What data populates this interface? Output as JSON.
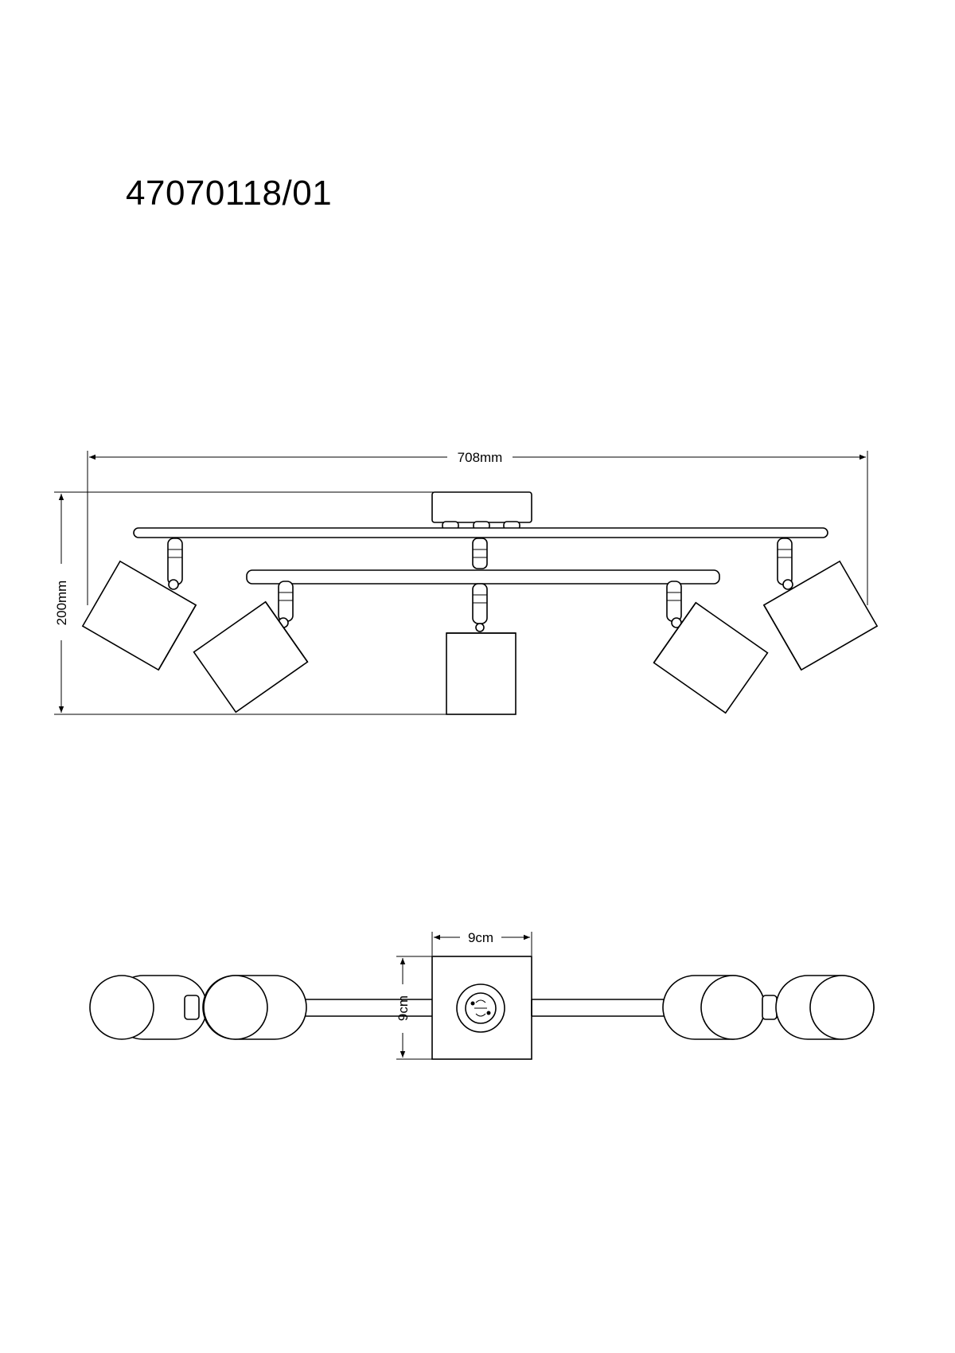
{
  "model_number": "47070118/01",
  "side_view": {
    "width_label": "708mm",
    "height_label": "200mm"
  },
  "top_view": {
    "base_width_label": "9cm",
    "base_height_label": "9cm"
  },
  "colors": {
    "ink": "#000000",
    "paper": "#ffffff"
  }
}
